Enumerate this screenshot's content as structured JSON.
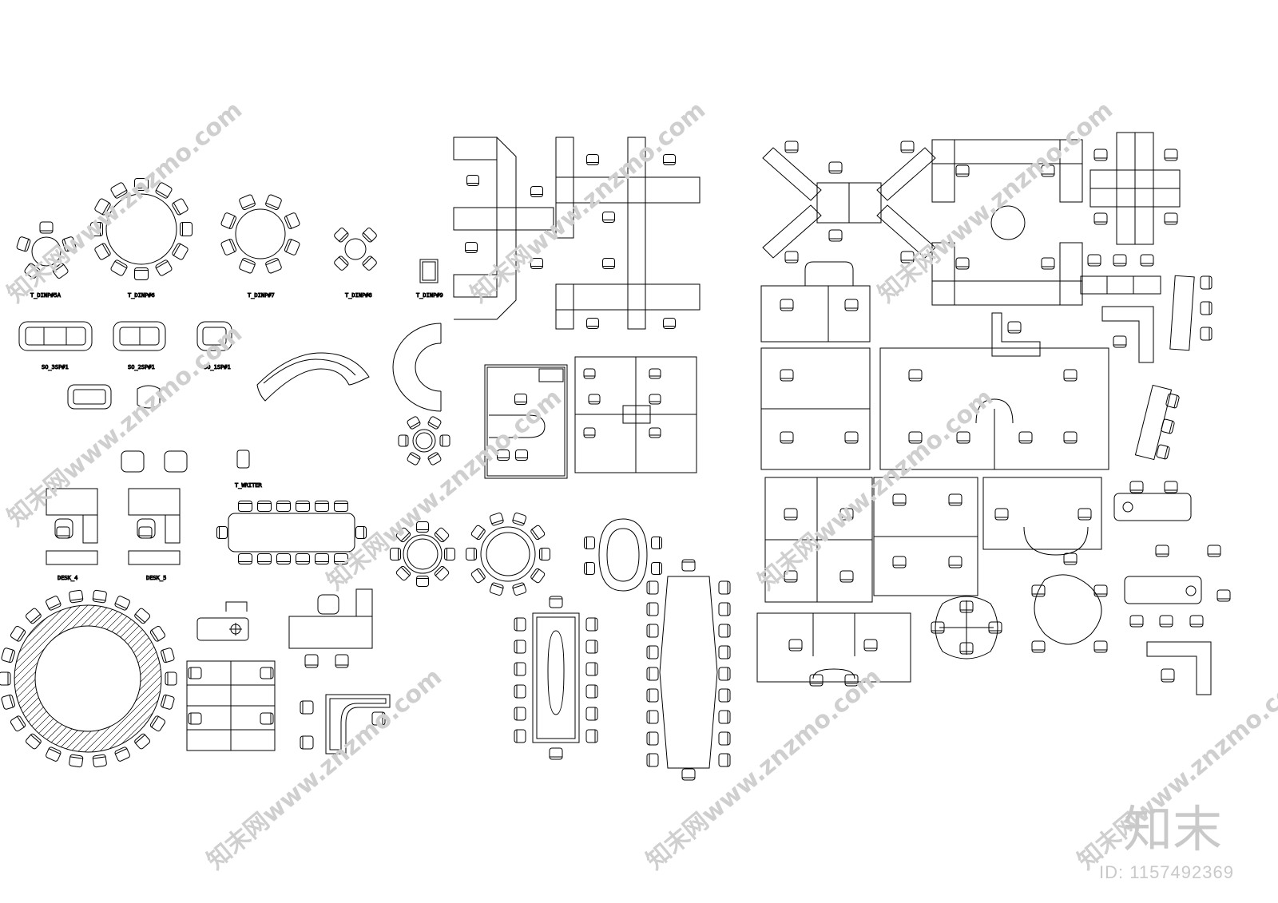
{
  "labels": {
    "t_dinp5a": "T_DINP#5A",
    "t_dinp6": "T_DINP#6",
    "t_dinp7": "T_DINP#7",
    "t_dinp8": "T_DINP#8",
    "t_dinp9": "T_DINP#9",
    "so_3sp": "SO_3SP#1",
    "so_2sp": "SO_2SP#1",
    "so_1sp": "SO_1SP#1",
    "t_writer": "T_WRITER",
    "desk_4": "DESK_4",
    "desk_5": "DESK_5"
  },
  "watermark": {
    "site_text": "知末网www.znzmo.com",
    "brand": "知末",
    "id": "ID: 1157492369"
  }
}
